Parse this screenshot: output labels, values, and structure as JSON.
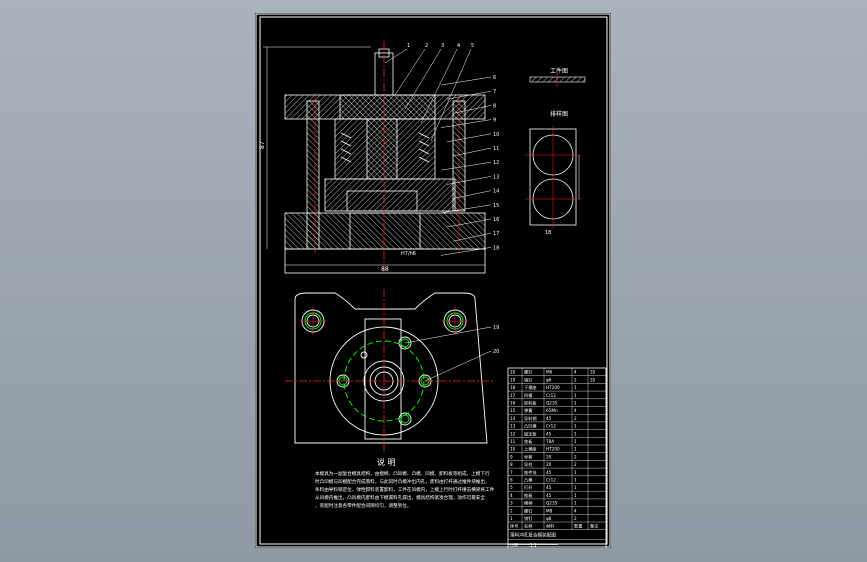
{
  "colors": {
    "background": "#9aa4b0",
    "sheet": "#000000",
    "frame": "#ffffff",
    "centerline": "#ff2020",
    "circle": "#00ff00",
    "dimension": "#ffffff",
    "leader": "#ffffff"
  },
  "drawing": {
    "dim_height": "87",
    "dim_width": "88",
    "callout_main": "H7/h6",
    "detail_part_label": "工件图",
    "detail_blank_label": "排样图",
    "detail_blank_dim": "18",
    "notes_title": "说  明",
    "notes_lines": [
      "本模具为一副复合模具结构，由模柄、凸凹模、凸模、凹模、卸料板等组成，上模下行",
      "时凸凹模与凹模配合完成落料，与此同时凸模冲出内孔，废料由打杆通过推件块推出，",
      "条料由导料销定位，弹性卸料装置卸料，工件在凹模内，上模上行时打杆撞击横梁将工件",
      "从凹模内推出，凸凹模内废料由下模漏料孔漏出，模具结构紧凑合理，动作可靠安全",
      "，装配时注意各零件配合间隙均匀，调整到位。"
    ]
  },
  "callouts": [
    "1",
    "2",
    "3",
    "4",
    "5",
    "6",
    "7",
    "8",
    "9",
    "10",
    "11",
    "12",
    "13",
    "14",
    "15",
    "16",
    "17",
    "18",
    "19",
    "20"
  ],
  "bom": {
    "rows": [
      [
        "20",
        "螺钉",
        "M6",
        "4",
        "35"
      ],
      [
        "19",
        "销钉",
        "φ6",
        "2",
        "35"
      ],
      [
        "18",
        "下模座",
        "HT200",
        "1",
        ""
      ],
      [
        "17",
        "凹模",
        "Cr12",
        "1",
        ""
      ],
      [
        "16",
        "卸料板",
        "Q235",
        "1",
        ""
      ],
      [
        "15",
        "弹簧",
        "65Mn",
        "4",
        ""
      ],
      [
        "14",
        "导料销",
        "45",
        "2",
        ""
      ],
      [
        "13",
        "凸凹模",
        "Cr12",
        "1",
        ""
      ],
      [
        "12",
        "固定板",
        "45",
        "1",
        ""
      ],
      [
        "11",
        "垫板",
        "T8A",
        "1",
        ""
      ],
      [
        "10",
        "上模座",
        "HT200",
        "1",
        ""
      ],
      [
        "9",
        "导套",
        "20",
        "2",
        ""
      ],
      [
        "8",
        "导柱",
        "20",
        "2",
        ""
      ],
      [
        "7",
        "推件块",
        "45",
        "1",
        ""
      ],
      [
        "6",
        "凸模",
        "Cr12",
        "1",
        ""
      ],
      [
        "5",
        "打杆",
        "45",
        "1",
        ""
      ],
      [
        "4",
        "推板",
        "45",
        "1",
        ""
      ],
      [
        "3",
        "模柄",
        "Q235",
        "1",
        ""
      ],
      [
        "2",
        "螺钉",
        "M8",
        "4",
        ""
      ],
      [
        "1",
        "销钉",
        "φ8",
        "2",
        ""
      ]
    ],
    "header": [
      "序号",
      "名称",
      "材料",
      "数量",
      "备注"
    ],
    "title_block": [
      "落料冲孔复合模装配图",
      "比例",
      "1:1",
      "设计",
      "审核",
      "共1张"
    ]
  }
}
